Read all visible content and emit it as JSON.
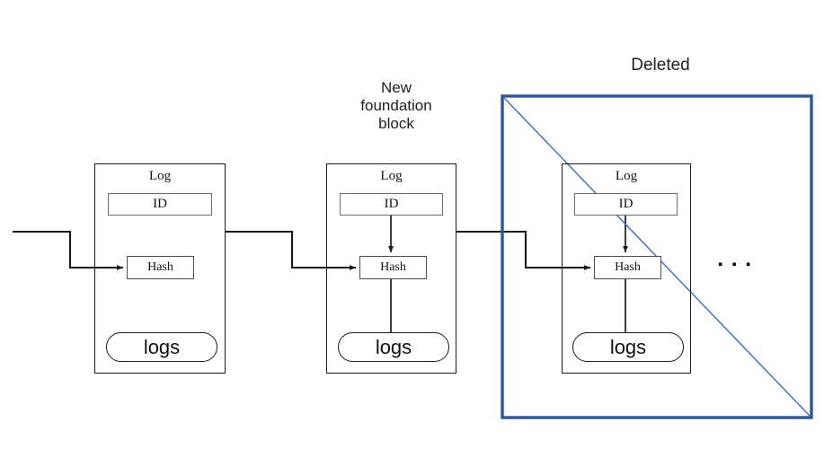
{
  "diagram": {
    "title_deleted": "Deleted",
    "label_new_foundation": "New\nfoundation\nblock",
    "ellipsis": "▪ ▪ ▪",
    "colors": {
      "frame_blue": "#2f5597",
      "diagonal_blue": "#4472c4",
      "stroke_black": "#1a1a1a",
      "box_gray": "#6b6b6b",
      "background": "#ffffff"
    },
    "blocks": [
      {
        "id": "block-1",
        "log_label": "Log",
        "id_label": "ID",
        "hash_label": "Hash",
        "logs_label": "logs",
        "has_id_to_hash_arrow": false,
        "has_hash_to_logs_line": false,
        "deleted": false,
        "annotation": ""
      },
      {
        "id": "block-2",
        "log_label": "Log",
        "id_label": "ID",
        "hash_label": "Hash",
        "logs_label": "logs",
        "has_id_to_hash_arrow": true,
        "has_hash_to_logs_line": true,
        "deleted": false,
        "annotation": "New foundation block"
      },
      {
        "id": "block-3",
        "log_label": "Log",
        "id_label": "ID",
        "hash_label": "Hash",
        "logs_label": "logs",
        "has_id_to_hash_arrow": true,
        "has_hash_to_logs_line": true,
        "deleted": true,
        "annotation": "Deleted"
      }
    ]
  }
}
